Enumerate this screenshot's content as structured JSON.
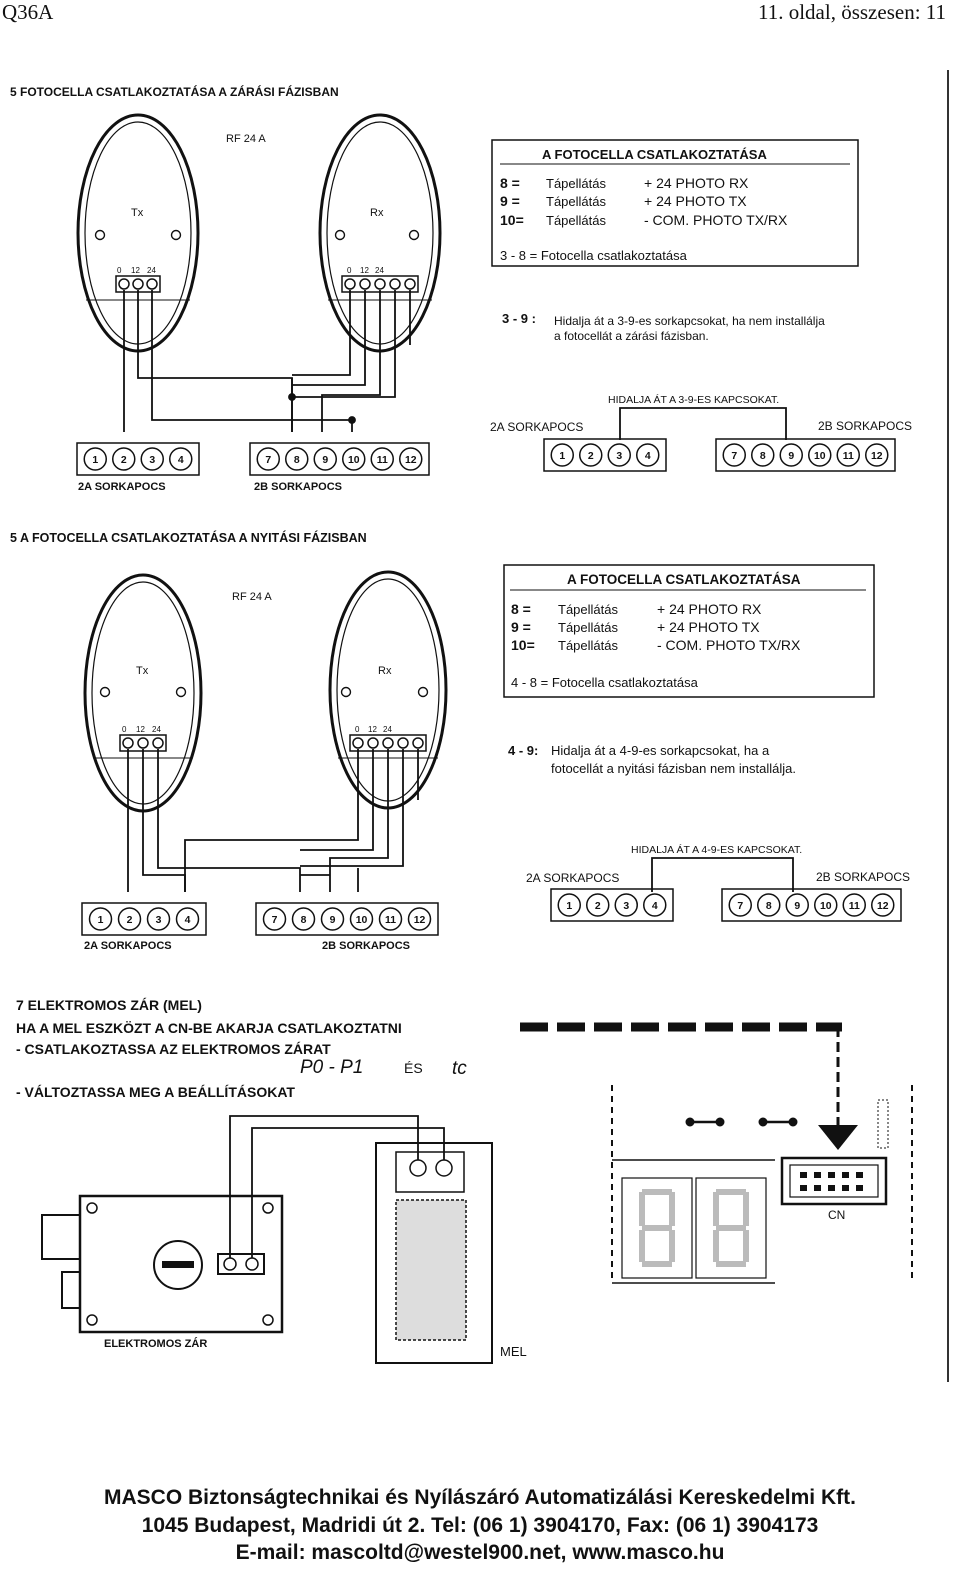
{
  "header": {
    "doc_id": "Q36A",
    "page_info": "11. oldal, összesen: 11"
  },
  "section1": {
    "title": "5  FOTOCELLA CSATLAKOZTATÁSA A ZÁRÁSI FÁZISBAN",
    "device": "RF 24 A",
    "tx": "Tx",
    "rx": "Rx",
    "pins": [
      "0",
      "12",
      "24"
    ],
    "box_title": "A FOTOCELLA CSATLAKOZTATÁSA",
    "rows": [
      {
        "num": "8  =",
        "label": "Tápellátás",
        "val": "+ 24 PHOTO RX"
      },
      {
        "num": "9  =",
        "label": "Tápellátás",
        "val": "+ 24 PHOTO TX"
      },
      {
        "num": "10=",
        "label": "Tápellátás",
        "val": "- COM.  PHOTO TX/RX"
      }
    ],
    "box_note": "3 - 8 = Fotocella csatlakoztatása",
    "bridge_num": "3 - 9 :",
    "bridge_text1": "Hidalja át a 3-9-es sorkapcsokat, ha nem installálja",
    "bridge_text2": "a fotocellát a zárási fázisban.",
    "jumper": "HIDALJA ÁT A 3-9-ES KAPCSOKAT.",
    "tb_2a": "2A SORKAPOCS",
    "tb_2b": "2B SORKAPOCS"
  },
  "section2": {
    "title": "5  A FOTOCELLA CSATLAKOZTATÁSA A NYITÁSI FÁZISBAN",
    "device": "RF 24 A",
    "tx": "Tx",
    "rx": "Rx",
    "pins": [
      "0",
      "12",
      "24"
    ],
    "box_title": "A FOTOCELLA CSATLAKOZTATÁSA",
    "rows": [
      {
        "num": "8  =",
        "label": "Tápellátás",
        "val": "+ 24 PHOTO RX"
      },
      {
        "num": "9  =",
        "label": "Tápellátás",
        "val": "+ 24 PHOTO TX"
      },
      {
        "num": "10=",
        "label": "Tápellátás",
        "val": "- COM.  PHOTO TX/RX"
      }
    ],
    "box_note": "4 - 8 = Fotocella csatlakoztatása",
    "bridge_num": "4 - 9:",
    "bridge_text1": "Hidalja át a 4-9-es sorkapcsokat, ha a",
    "bridge_text2": "fotocellát a nyitási fázisban nem installálja.",
    "jumper": "HIDALJA ÁT A 4-9-ES KAPCSOKAT.",
    "tb_2a": "2A SORKAPOCS",
    "tb_2b": "2B SORKAPOCS"
  },
  "terminals_a": [
    "1",
    "2",
    "3",
    "4"
  ],
  "terminals_b": [
    "7",
    "8",
    "9",
    "10",
    "11",
    "12"
  ],
  "section3": {
    "title": "7 ELEKTROMOS ZÁR (MEL)",
    "line1": "HA A MEL ESZKÖZT A CN-BE AKARJA CSATLAKOZTATNI",
    "line2": "- CSATLAKOZTASSA AZ ELEKTROMOS ZÁRAT",
    "code1": "P0 - P1",
    "es": "ÉS",
    "code2": "tc",
    "line3": "- VÁLTOZTASSA MEG A BEÁLLÍTÁSOKAT",
    "lock_label": "ELEKTROMOS ZÁR",
    "mel_label": "MEL",
    "cn_label": "CN"
  },
  "footer": {
    "line1": "MASCO Biztonságtechnikai és Nyílászáró Automatizálási Kereskedelmi Kft.",
    "line2": "1045 Budapest, Madridi út 2. Tel: (06 1) 3904170, Fax: (06 1) 3904173",
    "line3": "E-mail: mascoltd@westel900.net, www.masco.hu"
  }
}
